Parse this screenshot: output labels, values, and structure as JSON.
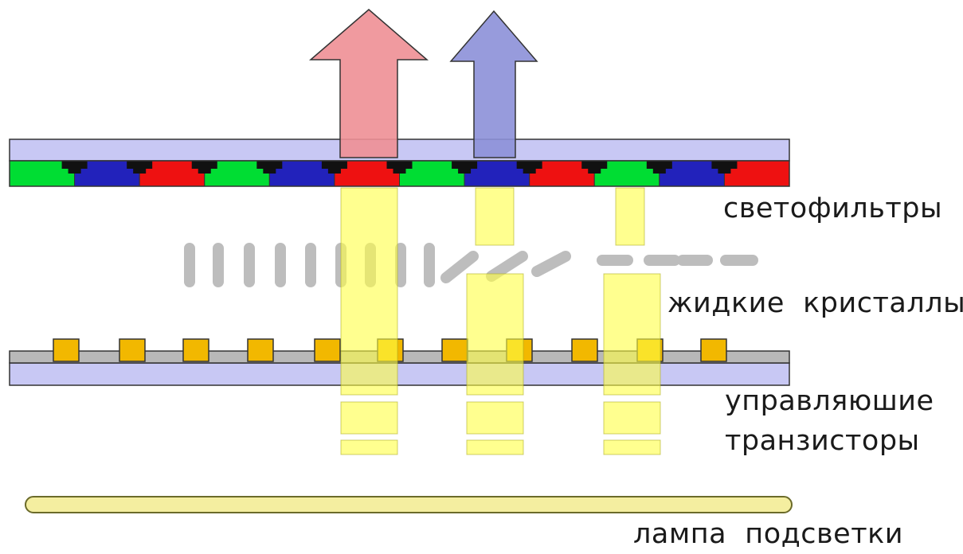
{
  "labels": {
    "color_filters": "светофильтры",
    "liquid_crystals": "жидкие  кристаллы",
    "control_transistors_line1": "управляюшие",
    "control_transistors_line2": "транзисторы",
    "backlight_lamp": "лампа  подсветки"
  },
  "colors": {
    "glass": "#c8c8f4",
    "filter_green": "#00dd33",
    "filter_blue": "#2222bb",
    "filter_red": "#ee1111",
    "black_matrix": "#111111",
    "light_beam": "#ffff66",
    "crystal": "#bdbdbd",
    "transistor": "#f2b800",
    "lamp": "#f4eea0",
    "arrow_red": "#ee8f95",
    "arrow_blue": "#8c90d8"
  },
  "filter_sequence": [
    "green",
    "blue",
    "red",
    "green",
    "blue",
    "red",
    "green",
    "blue",
    "red",
    "green",
    "blue",
    "red"
  ]
}
